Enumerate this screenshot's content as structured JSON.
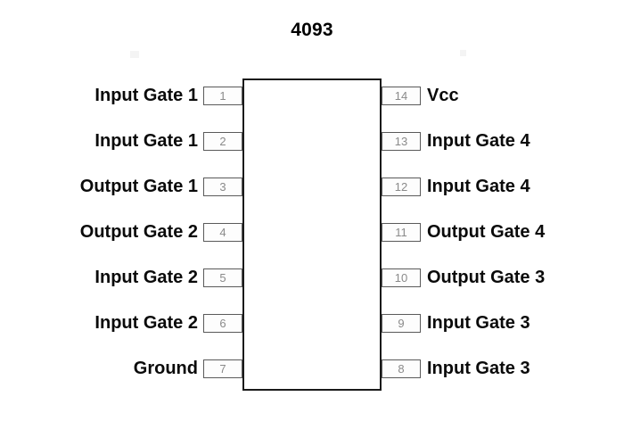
{
  "title": "4093",
  "chip": {
    "name": "4093",
    "package": "DIP-14",
    "body_color": "#ffffff",
    "border_color": "#1a1a1a",
    "pin_number_color": "#8a8a8a",
    "pin_box_border_color": "#5a5a5a",
    "label_color": "#0a0a0a"
  },
  "pins": {
    "left": [
      {
        "number": "1",
        "label": "Input Gate 1"
      },
      {
        "number": "2",
        "label": "Input Gate 1"
      },
      {
        "number": "3",
        "label": "Output Gate 1"
      },
      {
        "number": "4",
        "label": "Output Gate 2"
      },
      {
        "number": "5",
        "label": "Input Gate 2"
      },
      {
        "number": "6",
        "label": "Input Gate 2"
      },
      {
        "number": "7",
        "label": "Ground"
      }
    ],
    "right": [
      {
        "number": "14",
        "label": "Vcc"
      },
      {
        "number": "13",
        "label": "Input Gate 4"
      },
      {
        "number": "12",
        "label": "Input Gate 4"
      },
      {
        "number": "11",
        "label": "Output Gate 4"
      },
      {
        "number": "10",
        "label": "Output Gate 3"
      },
      {
        "number": "9",
        "label": "Input Gate 3"
      },
      {
        "number": "8",
        "label": "Input Gate 3"
      }
    ]
  }
}
